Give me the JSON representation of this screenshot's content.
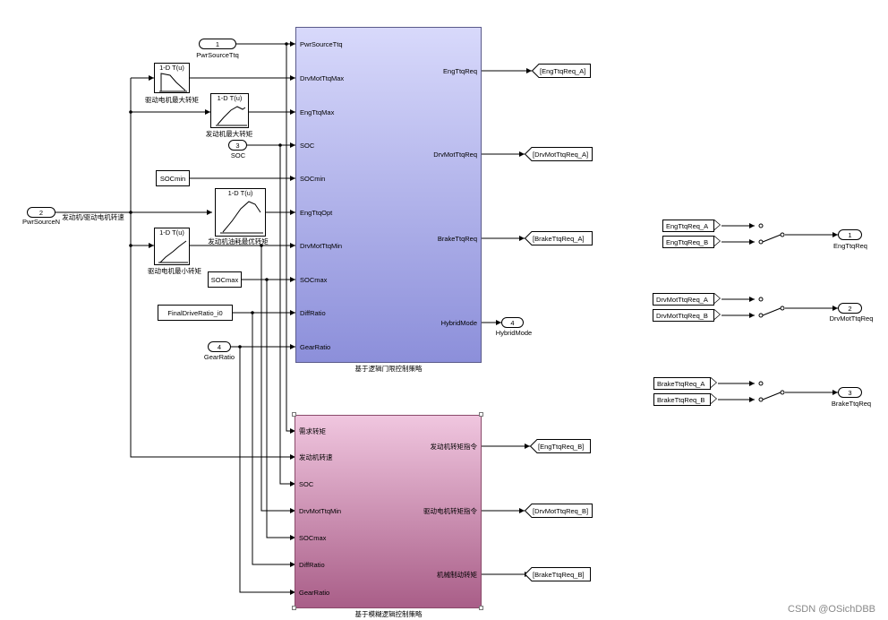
{
  "subsystem_logic": {
    "caption": "基于逻辑门限控制策略",
    "inputs": [
      "PwrSourceTtq",
      "DrvMotTtqMax",
      "EngTtqMax",
      "SOC",
      "SOCmin",
      "EngTtqOpt",
      "DrvMotTtqMin",
      "SOCmax",
      "DiffRatio",
      "GearRatio"
    ],
    "outputs": [
      "EngTtqReq",
      "DrvMotTtqReq",
      "BrakeTtqReq",
      "HybridMode"
    ]
  },
  "subsystem_fuzzy": {
    "caption": "基于模糊逻辑控制策略",
    "inputs": [
      "需求转矩",
      "发动机转速",
      "SOC",
      "DrvMotTtqMin",
      "SOCmax",
      "DiffRatio",
      "GearRatio"
    ],
    "outputs": [
      "发动机转矩指令",
      "驱动电机转矩指令",
      "机械制动转矩"
    ]
  },
  "inports": [
    {
      "num": "1",
      "label": "PwrSourceTtq"
    },
    {
      "num": "2",
      "label": "PwrSourceN"
    },
    {
      "num": "3",
      "label": "SOC"
    },
    {
      "num": "4",
      "label": "GearRatio"
    }
  ],
  "lookups": [
    {
      "title": "1-D T(u)",
      "caption": "驱动电机最大转矩"
    },
    {
      "title": "1-D T(u)",
      "caption": "发动机最大转矩"
    },
    {
      "title": "1-D T(u)",
      "caption": "发动机油耗最优转矩"
    },
    {
      "title": "1-D T(u)",
      "caption": "驱动电机最小转矩"
    }
  ],
  "constants": [
    "SOCmin",
    "SOCmax",
    "FinalDriveRatio_i0"
  ],
  "speed_label": "发动机/驱动电机转速",
  "hybrid_out": {
    "num": "4",
    "label": "HybridMode"
  },
  "goto_tags": [
    "[EngTtqReq_A]",
    "[DrvMotTtqReq_A]",
    "[BrakeTtqReq_A]",
    "[EngTtqReq_B]",
    "[DrvMotTtqReq_B]",
    "[BrakeTtqReq_B]"
  ],
  "from_tags": [
    "EngTtqReq_A",
    "EngTtqReq_B",
    "DrvMotTtqReq_A",
    "DrvMotTtqReq_B",
    "BrakeTtqReq_A",
    "BrakeTtqReq_B"
  ],
  "outports": [
    {
      "num": "1",
      "label": "EngTtqReq"
    },
    {
      "num": "2",
      "label": "DrvMotTtqReq"
    },
    {
      "num": "3",
      "label": "BrakeTtqReq"
    }
  ],
  "watermark": "CSDN @OSichDBB"
}
